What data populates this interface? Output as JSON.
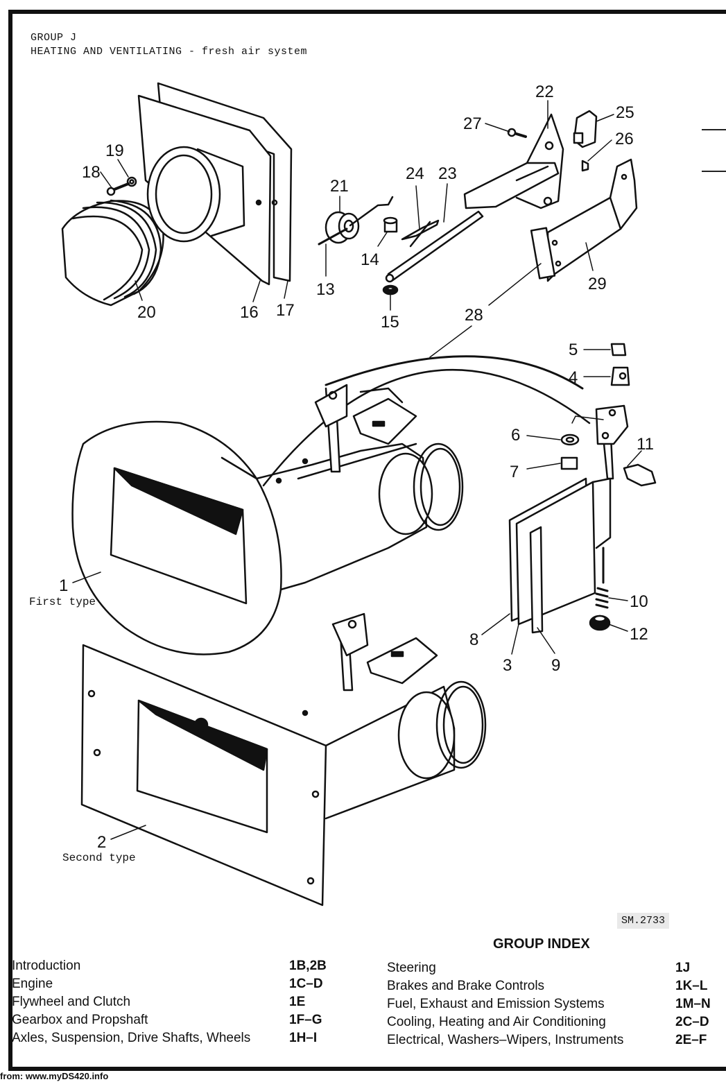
{
  "header": {
    "group": "GROUP J",
    "title": "HEATING AND VENTILATING - fresh air system"
  },
  "callouts": [
    "22",
    "27",
    "25",
    "26",
    "19",
    "18",
    "21",
    "24",
    "23",
    "14",
    "13",
    "15",
    "20",
    "16",
    "17",
    "29",
    "28",
    "5",
    "4",
    "6",
    "7",
    "11",
    "1",
    "10",
    "12",
    "8",
    "3",
    "9",
    "2"
  ],
  "captions": {
    "first_type": "First type",
    "second_type": "Second type"
  },
  "figure_ref": "SM.2733",
  "group_index": {
    "title": "GROUP INDEX",
    "left": [
      {
        "label": "Introduction",
        "code": "1B,2B"
      },
      {
        "label": "Engine",
        "code": "1C–D"
      },
      {
        "label": "Flywheel and Clutch",
        "code": "1E"
      },
      {
        "label": "Gearbox and Propshaft",
        "code": "1F–G"
      },
      {
        "label": "Axles, Suspension, Drive Shafts, Wheels",
        "code": "1H–I"
      }
    ],
    "right": [
      {
        "label": "Steering",
        "code": "1J"
      },
      {
        "label": "Brakes and Brake Controls",
        "code": "1K–L"
      },
      {
        "label": "Fuel, Exhaust and Emission Systems",
        "code": "1M–N"
      },
      {
        "label": "Cooling, Heating and Air Conditioning",
        "code": "2C–D"
      },
      {
        "label": "Electrical, Washers–Wipers, Instruments",
        "code": "2E–F"
      }
    ]
  },
  "footer": "from: www.myDS420.info"
}
